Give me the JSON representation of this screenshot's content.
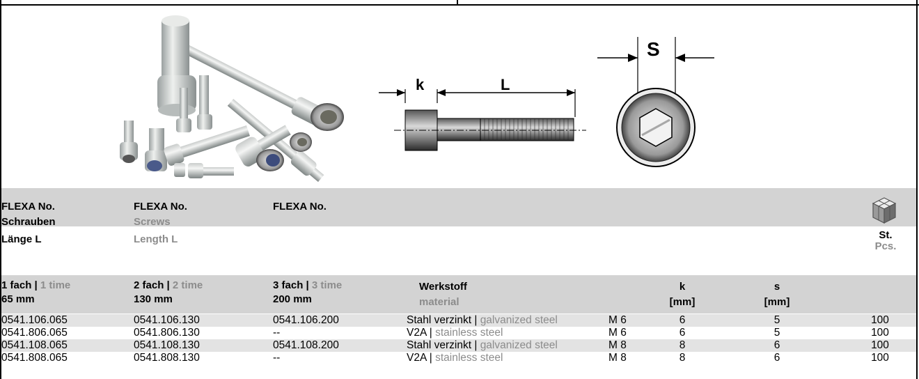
{
  "header": {
    "col1_line1": "FLEXA No.",
    "col1_line2": "Schrauben",
    "col2_line1": "FLEXA No.",
    "col2_line2": "Screws",
    "col3_line1": "FLEXA No.",
    "length_de": "Länge L",
    "length_en": "Length L",
    "pcs_de": "St.",
    "pcs_en": "Pcs.",
    "fach1_de": "1 fach |",
    "fach1_en": "1 time",
    "fach1_len": "65 mm",
    "fach2_de": "2 fach |",
    "fach2_en": "2 time",
    "fach2_len": "130 mm",
    "fach3_de": "3 fach |",
    "fach3_en": "3 time",
    "fach3_len": "200 mm",
    "material_de": "Werkstoff",
    "material_en": "material",
    "k_label": "k",
    "k_unit": "[mm]",
    "s_label": "s",
    "s_unit": "[mm]"
  },
  "diagram": {
    "k_label": "k",
    "L_label": "L",
    "S_label": "S"
  },
  "rows": [
    {
      "no1": "0541.106.065",
      "no2": "0541.106.130",
      "no3": "0541.106.200",
      "mat_de": "Stahl verzinkt |",
      "mat_en": "galvanized steel",
      "size": "M 6",
      "k": "6",
      "s": "5",
      "pcs": "100"
    },
    {
      "no1": "0541.806.065",
      "no2": "0541.806.130",
      "no3": "--",
      "mat_de": "V2A |",
      "mat_en": "stainless steel",
      "size": "M 6",
      "k": "6",
      "s": "5",
      "pcs": "100"
    },
    {
      "no1": "0541.108.065",
      "no2": "0541.108.130",
      "no3": "0541.108.200",
      "mat_de": "Stahl verzinkt |",
      "mat_en": "galvanized steel",
      "size": "M 8",
      "k": "8",
      "s": "6",
      "pcs": "100"
    },
    {
      "no1": "0541.808.065",
      "no2": "0541.808.130",
      "no3": "--",
      "mat_de": "V2A |",
      "mat_en": "stainless steel",
      "size": "M 8",
      "k": "8",
      "s": "6",
      "pcs": "100"
    }
  ]
}
